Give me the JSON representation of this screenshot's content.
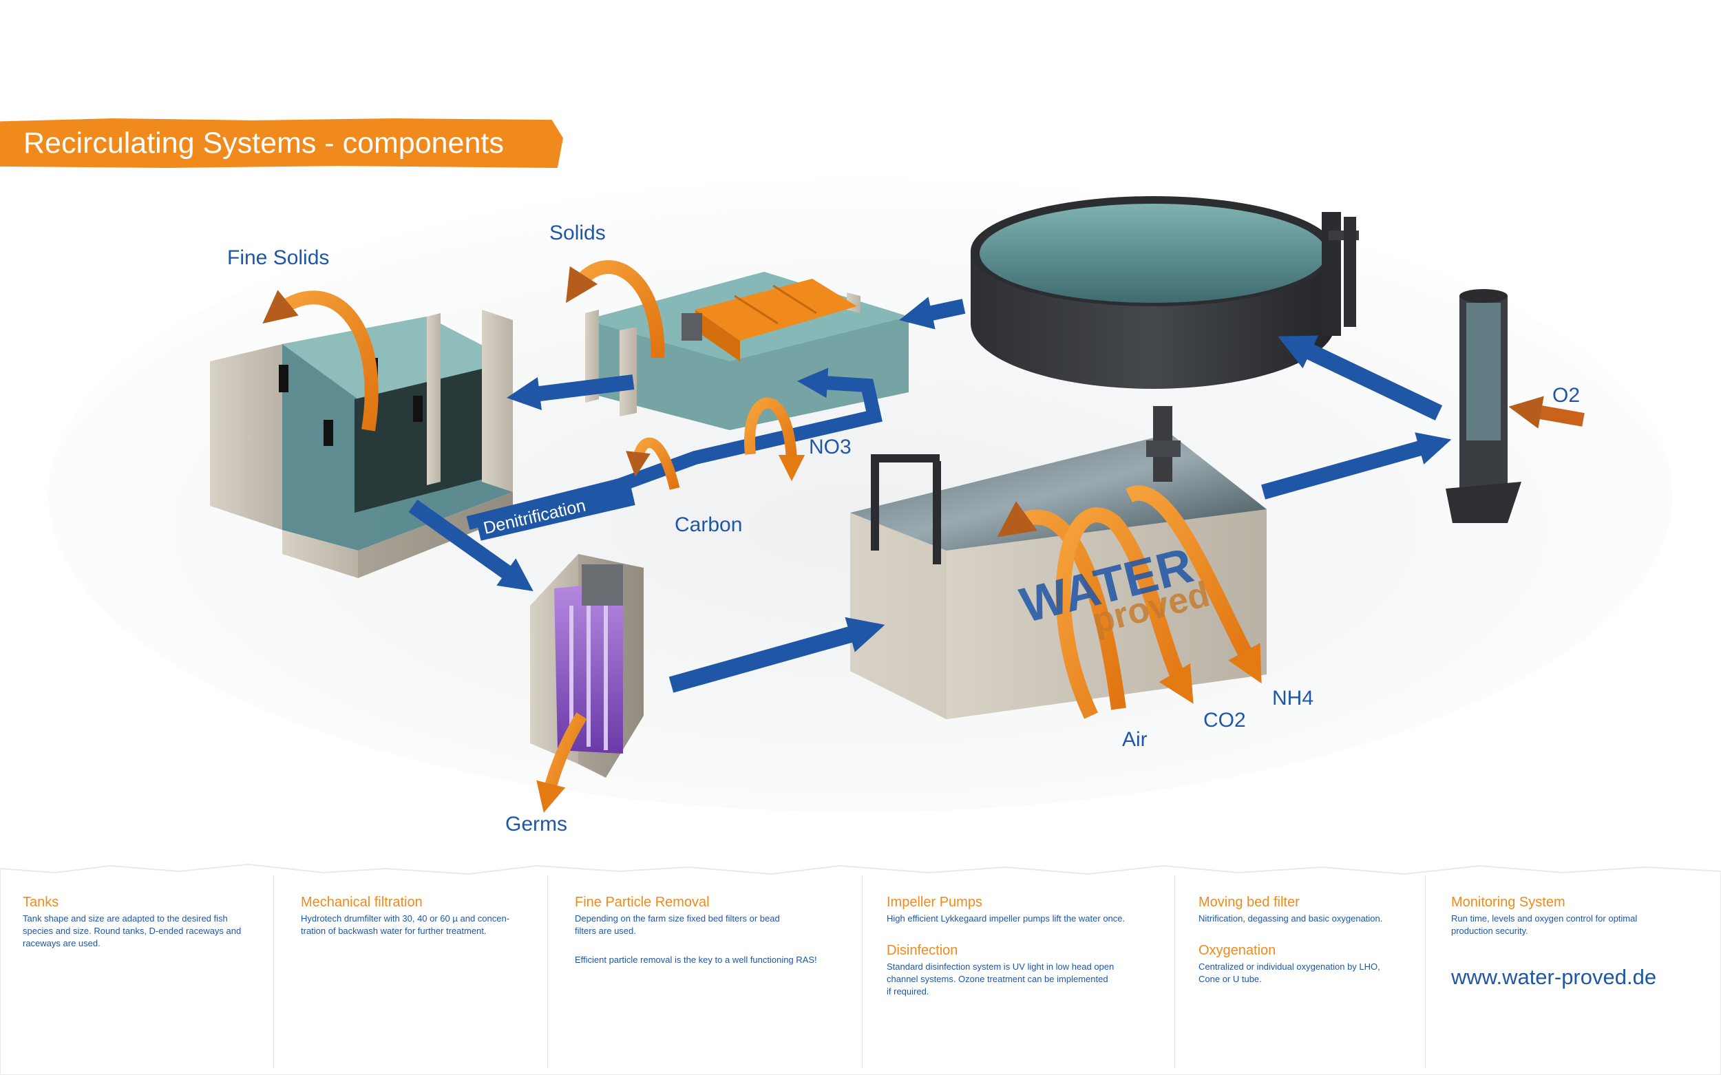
{
  "title": "Recirculating Systems - components",
  "colors": {
    "brand_blue": "#1f56a6",
    "brand_orange": "#ef8a1c",
    "water": "#5f8f91"
  },
  "labels": {
    "fine_solids": "Fine Solids",
    "solids": "Solids",
    "no3": "NO3",
    "carbon": "Carbon",
    "denitrification": "Denitrification",
    "o2": "O2",
    "germs": "Germs",
    "air": "Air",
    "co2": "CO2",
    "nh4": "NH4"
  },
  "tank_logo": {
    "word1": "WATER",
    "word2": "proved"
  },
  "footer": {
    "tanks": {
      "heading": "Tanks",
      "text": "Tank shape and size are adapted to the desired fish\nspecies and size. Round tanks, D-ended raceways and\nraceways are used."
    },
    "mechanical": {
      "heading": "Mechanical filtration",
      "text": "Hydrotech drumfilter with 30, 40 or 60 µ and concen-\ntration of backwash water for further treatment."
    },
    "fine_particle": {
      "heading": "Fine Particle Removal",
      "text": "Depending on the farm size fixed bed filters or bead\nfilters are used.",
      "text2": "Efficient particle removal is the key to a well functioning RAS!"
    },
    "impeller": {
      "heading": "Impeller Pumps",
      "text": "High efficient Lykkegaard impeller pumps lift the water once."
    },
    "disinfection": {
      "heading": "Disinfection",
      "text": "Standard disinfection system is UV light in low head open\nchannel systems. Ozone treatment can be implemented\nif required."
    },
    "moving_bed": {
      "heading": "Moving bed filter",
      "text": "Nitrification, degassing and basic oxygenation."
    },
    "oxygenation": {
      "heading": "Oxygenation",
      "text": "Centralized or individual oxygenation by LHO,\nCone or U tube."
    },
    "monitoring": {
      "heading": "Monitoring System",
      "text": "Run time, levels and oxygen control for optimal\nproduction security."
    },
    "url": "www.water-proved.de"
  }
}
